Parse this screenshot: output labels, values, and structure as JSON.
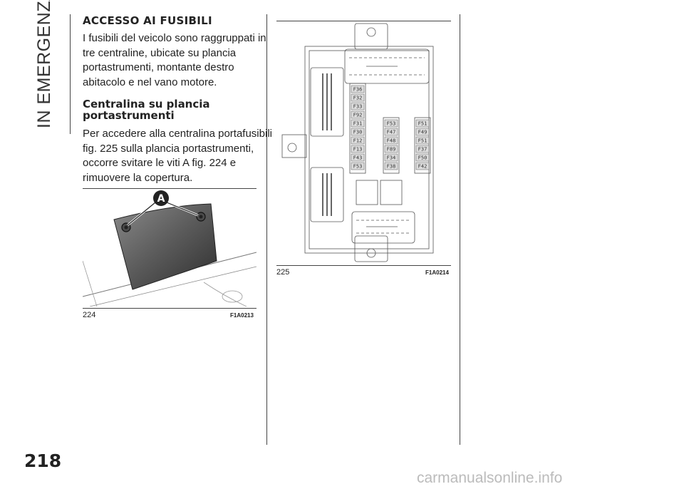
{
  "side_title": "IN EMERGENZA",
  "section": {
    "title": "ACCESSO AI FUSIBILI",
    "intro": [
      "I fusibili del veicolo sono raggruppati in",
      "tre centraline, ubicate su plancia",
      "portastrumenti, montante destro",
      "abitacolo e nel vano motore."
    ]
  },
  "subsection": {
    "title_lines": [
      "Centralina su plancia",
      "portastrumenti"
    ],
    "body": [
      "Per accedere alla centralina portafusibili",
      "fig. 225 sulla plancia portastrumenti,",
      "occorre svitare le viti A fig. 224 e",
      "rimuovere la copertura."
    ]
  },
  "figure_224": {
    "number": "224",
    "code": "F1A0213",
    "marker": "A"
  },
  "figure_225": {
    "number": "225",
    "code": "F1A0214",
    "fuse_columns": [
      [
        "F36",
        "F32",
        "F33",
        "F92",
        "F31",
        "F30",
        "F12",
        "F13",
        "F43",
        "F53"
      ],
      [
        "F53",
        "F47",
        "F48",
        "F89",
        "F34",
        "F38"
      ],
      [
        "F51",
        "F49",
        "F51",
        "F37",
        "F50",
        "F42"
      ]
    ]
  },
  "page_number": "218",
  "watermark": "carmanualsonline.info"
}
